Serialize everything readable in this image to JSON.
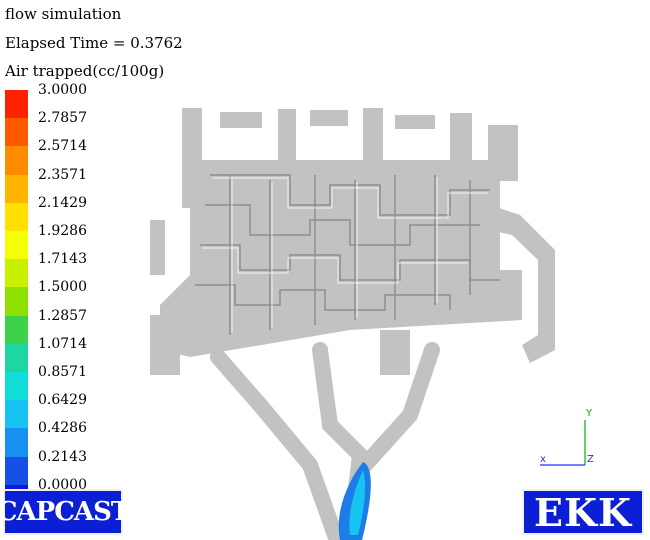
{
  "header": {
    "title": "flow simulation",
    "elapsed_time": "Elapsed Time = 0.3762",
    "legend_title": "Air trapped(cc/100g)"
  },
  "legend": {
    "ticks": [
      "3.0000",
      "2.7857",
      "2.5714",
      "2.3571",
      "2.1429",
      "1.9286",
      "1.7143",
      "1.5000",
      "1.2857",
      "1.0714",
      "0.8571",
      "0.6429",
      "0.4286",
      "0.2143",
      "0.0000"
    ],
    "colors": [
      "#ff2200",
      "#ff5a00",
      "#ff8c00",
      "#ffb400",
      "#ffe000",
      "#f4ff00",
      "#c8f000",
      "#8ee000",
      "#3ed24a",
      "#1ed7a0",
      "#12dcd8",
      "#16c4f2",
      "#1890f0",
      "#1650e6",
      "#0c18dc"
    ],
    "accent_part": "#c2c2c2",
    "accent_flow": "#1d7ce8"
  },
  "logos": {
    "left": "CAPCAST",
    "right": "EKK"
  },
  "axes": {
    "x": "x",
    "y": "Y",
    "z": "Z"
  }
}
